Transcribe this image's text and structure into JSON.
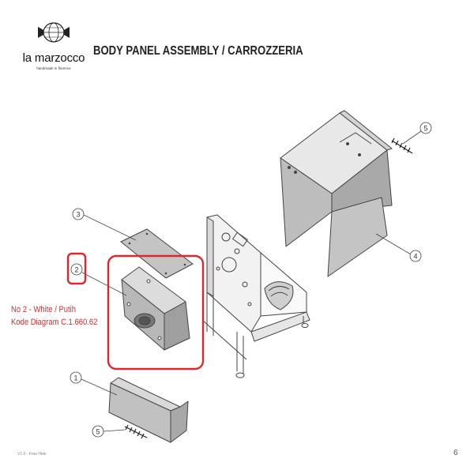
{
  "brand": {
    "name": "la marzocco",
    "tagline": "handmade in florence"
  },
  "title": "BODY PANEL ASSEMBLY / CARROZZERIA",
  "annotation": {
    "line1": "No 2 - White / Putih",
    "line2": "Kode Diagram C.1.660.62"
  },
  "callouts": [
    "1",
    "2",
    "3",
    "4",
    "5",
    "5"
  ],
  "footer": {
    "version": "V1.0 - Free Hide",
    "page_number": "6"
  },
  "colors": {
    "highlight": "#e0262c",
    "panel": "#b9b9b9",
    "line": "#444444"
  }
}
